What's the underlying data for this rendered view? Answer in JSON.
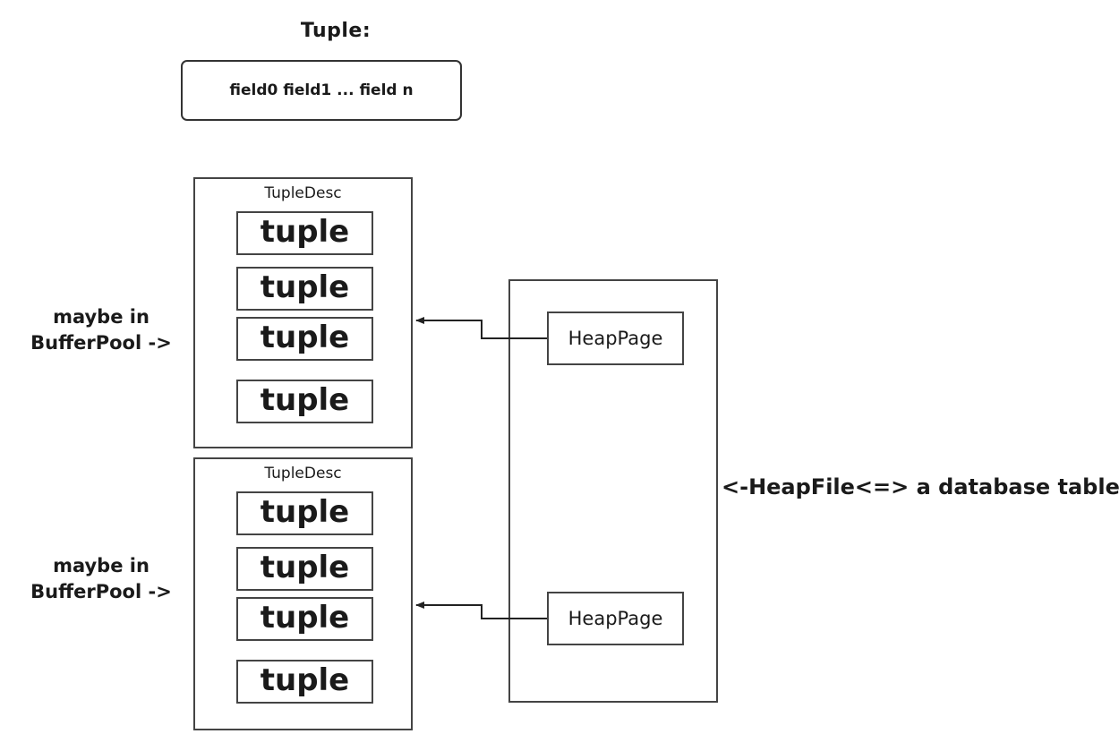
{
  "tuple": {
    "title": "Tuple:",
    "fields_text": "field0 field1 ... field n"
  },
  "pages": [
    {
      "desc_label": "TupleDesc",
      "tuples": [
        "tuple",
        "tuple",
        "tuple",
        "tuple"
      ],
      "side_label_line1": "maybe in",
      "side_label_line2": "BufferPool ->",
      "heap_page_label": "HeapPage"
    },
    {
      "desc_label": "TupleDesc",
      "tuples": [
        "tuple",
        "tuple",
        "tuple",
        "tuple"
      ],
      "side_label_line1": "maybe in",
      "side_label_line2": "BufferPool ->",
      "heap_page_label": "HeapPage"
    }
  ],
  "heap_file": {
    "label": "<-HeapFile<=> a database table"
  }
}
